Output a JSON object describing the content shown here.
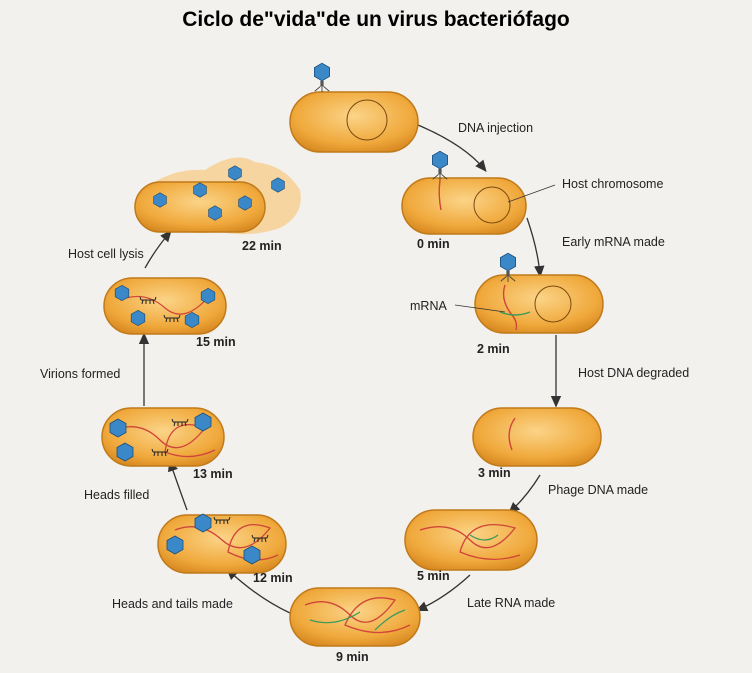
{
  "title": "Ciclo de\"vida\"de un virus bacteriófago",
  "steps": [
    {
      "time": "0 min",
      "description": "DNA injection"
    },
    {
      "time": "2 min",
      "description": "Early mRNA made"
    },
    {
      "time": "3 min",
      "description": "Host DNA degraded"
    },
    {
      "time": "5 min",
      "description": "Phage DNA made"
    },
    {
      "time": "9 min",
      "description": "Late RNA made"
    },
    {
      "time": "12 min",
      "description": "Heads and tails made"
    },
    {
      "time": "13 min",
      "description": "Heads filled"
    },
    {
      "time": "15 min",
      "description": "Virions formed"
    },
    {
      "time": "22 min",
      "description": "Host cell lysis"
    }
  ],
  "annotations": {
    "host_chromosome": "Host chromosome",
    "mrna": "mRNA"
  },
  "colors": {
    "cell_fill": "#f0a93c",
    "cell_stroke": "#c07a1a",
    "phage_head": "#3a88c8",
    "phage_dna": "#d0453a",
    "mrna": "#3a9a5a",
    "arrow": "#333333",
    "lysate": "#f6d5a0"
  }
}
